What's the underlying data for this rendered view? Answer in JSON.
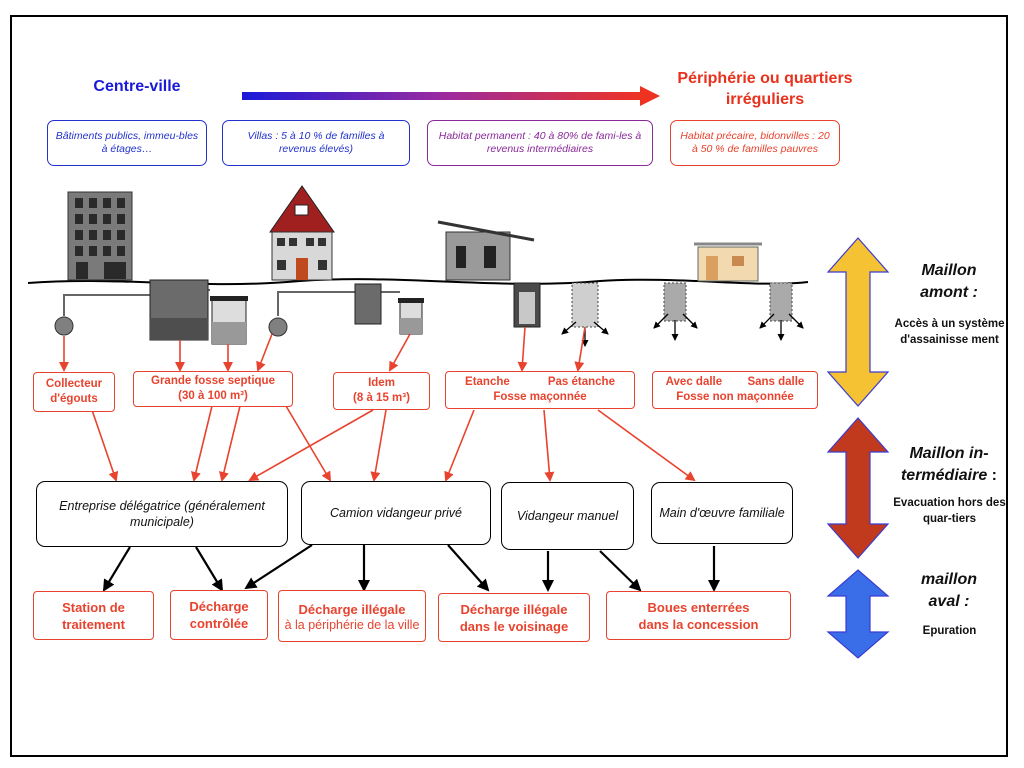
{
  "header": {
    "left": "Centre-ville",
    "right_line1": "Périphérie ou quartiers",
    "right_line2": "irréguliers"
  },
  "categories": [
    {
      "text": "Bâtiments publics, immeu-bles à étages…",
      "color": "#2233cc"
    },
    {
      "text": "Villas : 5 à 10 % de familles à revenus élevés)",
      "color": "#2233cc"
    },
    {
      "text": "Habitat permanent : 40 à 80% de fami-les à revenus intermédiaires",
      "color": "#8a2a9a"
    },
    {
      "text": "Habitat précaire, bidonvilles : 20 à 50 % de familles pauvres",
      "color": "#e8432e"
    }
  ],
  "sources": {
    "collecteur": [
      "Collecteur",
      "d'égouts"
    ],
    "grande_fosse": [
      "Grande fosse septique",
      "(30 à 100 m³)"
    ],
    "idem": [
      "Idem",
      "(8 à 15 m³)"
    ],
    "fosse_maconnee": {
      "left": "Etanche",
      "right": "Pas étanche",
      "bottom": "Fosse maçonnée"
    },
    "fosse_non_maconnee": {
      "left": "Avec dalle",
      "right": "Sans dalle",
      "bottom": "Fosse non maçonnée"
    }
  },
  "actors": {
    "entreprise": "Entreprise délégatrice (généralement municipale)",
    "camion": "Camion vidangeur privé",
    "vidangeur": "Vidangeur manuel",
    "main_oeuvre": "Main d'œuvre familiale"
  },
  "destinations": {
    "station": [
      "Station de",
      "traitement"
    ],
    "decharge_controlee": [
      "Décharge",
      "contrôlée"
    ],
    "decharge_peripherie": {
      "title": "Décharge illégale",
      "sub": "à la périphérie de la ville"
    },
    "decharge_voisinage": [
      "Décharge illégale",
      "dans le voisinage"
    ],
    "boues": [
      "Boues enterrées",
      "dans la concession"
    ]
  },
  "maillons": {
    "amont": {
      "title_1": "Maillon",
      "title_2": "amont :",
      "desc": "Accès à un système d'assainisse ment",
      "color": "#f5c233"
    },
    "intermediaire": {
      "title_1": "Maillon in-",
      "title_2": "termédiaire",
      "title_suffix": " :",
      "desc": "Evacuation hors des quar-tiers",
      "color": "#c23a1e"
    },
    "aval": {
      "title_1": "maillon",
      "title_2": "aval :",
      "desc": "Epuration",
      "color": "#3a6ee8"
    }
  },
  "colors": {
    "accent_red": "#e8432e",
    "blue": "#1a1ad8"
  }
}
